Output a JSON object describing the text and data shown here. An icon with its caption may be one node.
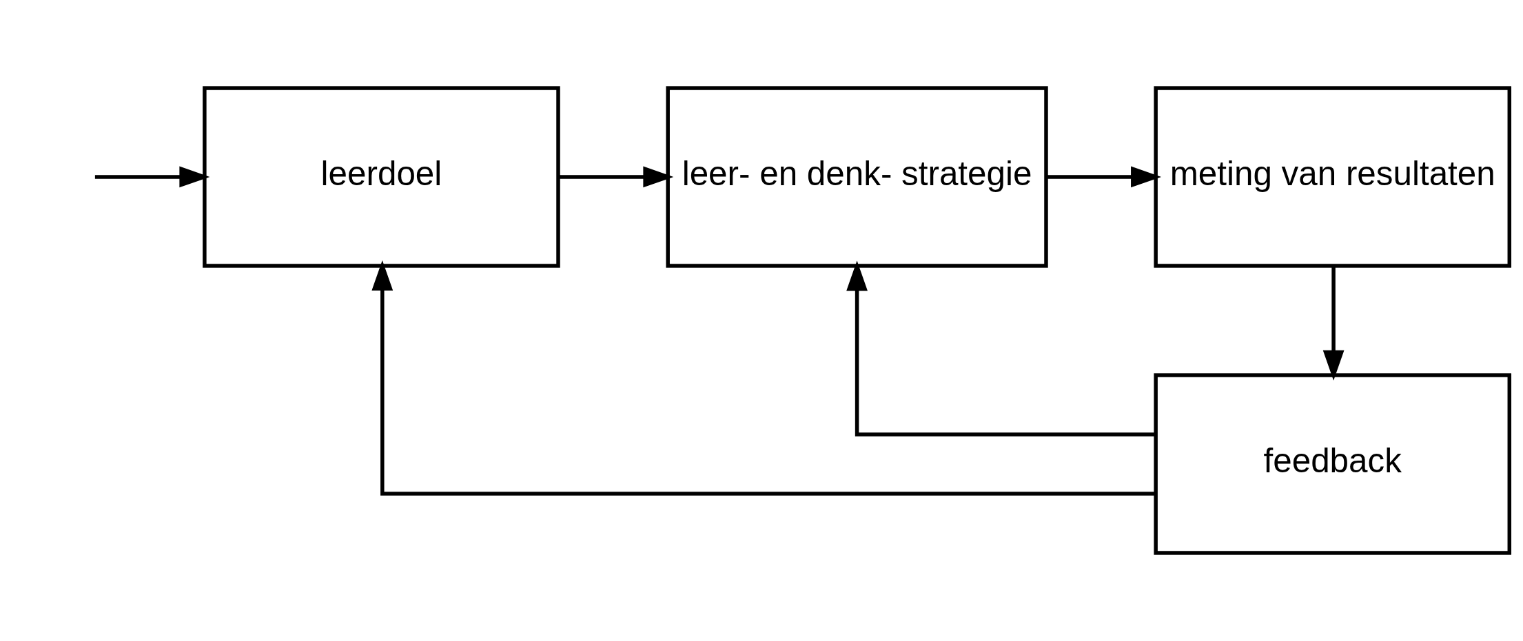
{
  "diagram": {
    "nodes": [
      {
        "text": [
          "leerdoel"
        ]
      },
      {
        "text": [
          "leer- en denk- strategie"
        ]
      },
      {
        "text": [
          "meting van resultaten"
        ]
      },
      {
        "text": [
          "feedback"
        ]
      }
    ],
    "edges": [
      {
        "from": null,
        "to": 0,
        "arrow": "to"
      },
      {
        "from": 0,
        "to": 1,
        "arrow": "to"
      },
      {
        "from": 1,
        "to": 2,
        "arrow": "to"
      },
      {
        "from": 2,
        "to": 3,
        "arrow": "to"
      },
      {
        "from": 3,
        "to": 0,
        "arrow": "to"
      },
      {
        "from": 3,
        "to": 1,
        "arrow": "to"
      }
    ]
  }
}
